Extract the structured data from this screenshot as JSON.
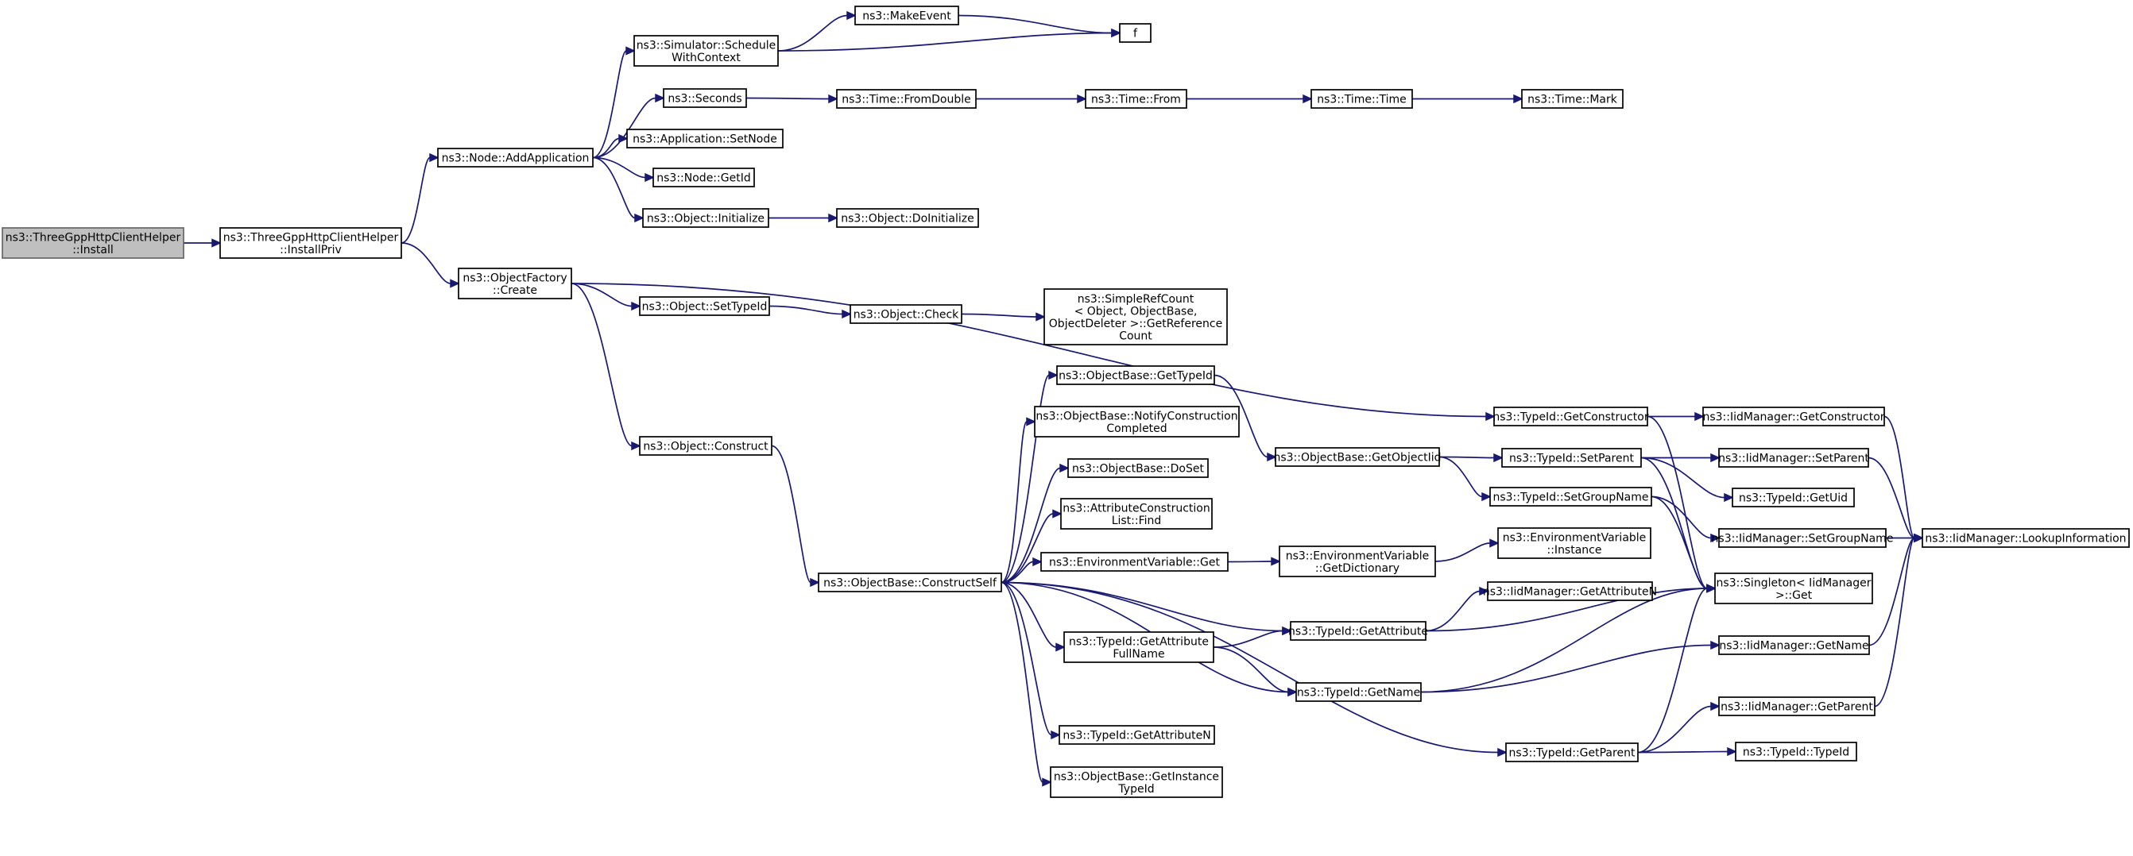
{
  "colors": {
    "edge": "#191970",
    "root_fill": "#bfbfbf",
    "node_fill": "#ffffff"
  },
  "nodes": [
    {
      "id": "install",
      "lines": [
        "ns3::ThreeGppHttpClientHelper",
        "::Install"
      ],
      "root": true
    },
    {
      "id": "installpriv",
      "lines": [
        "ns3::ThreeGppHttpClientHelper",
        "::InstallPriv"
      ]
    },
    {
      "id": "addapp",
      "lines": [
        "ns3::Node::AddApplication"
      ]
    },
    {
      "id": "schedctx",
      "lines": [
        "ns3::Simulator::Schedule",
        "WithContext"
      ]
    },
    {
      "id": "makeevent",
      "lines": [
        "ns3::MakeEvent"
      ]
    },
    {
      "id": "f",
      "lines": [
        "f"
      ]
    },
    {
      "id": "seconds",
      "lines": [
        "ns3::Seconds"
      ]
    },
    {
      "id": "fromdouble",
      "lines": [
        "ns3::Time::FromDouble"
      ]
    },
    {
      "id": "timefrom",
      "lines": [
        "ns3::Time::From"
      ]
    },
    {
      "id": "timetime",
      "lines": [
        "ns3::Time::Time"
      ]
    },
    {
      "id": "timemark",
      "lines": [
        "ns3::Time::Mark"
      ]
    },
    {
      "id": "setnode",
      "lines": [
        "ns3::Application::SetNode"
      ]
    },
    {
      "id": "nodegetid",
      "lines": [
        "ns3::Node::GetId"
      ]
    },
    {
      "id": "objinit",
      "lines": [
        "ns3::Object::Initialize"
      ]
    },
    {
      "id": "doinit",
      "lines": [
        "ns3::Object::DoInitialize"
      ]
    },
    {
      "id": "objfactory",
      "lines": [
        "ns3::ObjectFactory",
        "::Create"
      ]
    },
    {
      "id": "settypeid",
      "lines": [
        "ns3::Object::SetTypeId"
      ]
    },
    {
      "id": "objcheck",
      "lines": [
        "ns3::Object::Check"
      ]
    },
    {
      "id": "refcount",
      "lines": [
        "ns3::SimpleRefCount",
        "< Object, ObjectBase,",
        "ObjectDeleter >::GetReference",
        "Count"
      ]
    },
    {
      "id": "objconstruct",
      "lines": [
        "ns3::Object::Construct"
      ]
    },
    {
      "id": "constructself",
      "lines": [
        "ns3::ObjectBase::ConstructSelf"
      ]
    },
    {
      "id": "obgettypeid",
      "lines": [
        "ns3::ObjectBase::GetTypeId"
      ]
    },
    {
      "id": "notifyconst",
      "lines": [
        "ns3::ObjectBase::NotifyConstruction",
        "Completed"
      ]
    },
    {
      "id": "doset",
      "lines": [
        "ns3::ObjectBase::DoSet"
      ]
    },
    {
      "id": "attrfind",
      "lines": [
        "ns3::AttributeConstruction",
        "List::Find"
      ]
    },
    {
      "id": "envget",
      "lines": [
        "ns3::EnvironmentVariable::Get"
      ]
    },
    {
      "id": "gettypeattrfull",
      "lines": [
        "ns3::TypeId::GetAttribute",
        "FullName"
      ]
    },
    {
      "id": "getattrn",
      "lines": [
        "ns3::TypeId::GetAttributeN"
      ]
    },
    {
      "id": "getinsttypeid",
      "lines": [
        "ns3::ObjectBase::GetInstance",
        "TypeId"
      ]
    },
    {
      "id": "getobjectiid",
      "lines": [
        "ns3::ObjectBase::GetObjectIid"
      ]
    },
    {
      "id": "getdictionary",
      "lines": [
        "ns3::EnvironmentVariable",
        "::GetDictionary"
      ]
    },
    {
      "id": "tgetattribute",
      "lines": [
        "ns3::TypeId::GetAttribute"
      ]
    },
    {
      "id": "tgetname",
      "lines": [
        "ns3::TypeId::GetName"
      ]
    },
    {
      "id": "getconstructor",
      "lines": [
        "ns3::TypeId::GetConstructor"
      ]
    },
    {
      "id": "setparent",
      "lines": [
        "ns3::TypeId::SetParent"
      ]
    },
    {
      "id": "setgroupname",
      "lines": [
        "ns3::TypeId::SetGroupName"
      ]
    },
    {
      "id": "envinstance",
      "lines": [
        "ns3::EnvironmentVariable",
        "::Instance"
      ]
    },
    {
      "id": "iidgetattrn",
      "lines": [
        "ns3::IidManager::GetAttributeN"
      ]
    },
    {
      "id": "tgetparent",
      "lines": [
        "ns3::TypeId::GetParent"
      ]
    },
    {
      "id": "iidgetconstr",
      "lines": [
        "ns3::IidManager::GetConstructor"
      ]
    },
    {
      "id": "iidsetparent",
      "lines": [
        "ns3::IidManager::SetParent"
      ]
    },
    {
      "id": "getuid",
      "lines": [
        "ns3::TypeId::GetUid"
      ]
    },
    {
      "id": "iidsetgroup",
      "lines": [
        "ns3::IidManager::SetGroupName"
      ]
    },
    {
      "id": "singletonget",
      "lines": [
        "ns3::Singleton< IidManager",
        ">::Get"
      ]
    },
    {
      "id": "iidgetname",
      "lines": [
        "ns3::IidManager::GetName"
      ]
    },
    {
      "id": "iidgetparent",
      "lines": [
        "ns3::IidManager::GetParent"
      ]
    },
    {
      "id": "typeidtypeid",
      "lines": [
        "ns3::TypeId::TypeId"
      ]
    },
    {
      "id": "lookupinfo",
      "lines": [
        "ns3::IidManager::LookupInformation"
      ]
    }
  ],
  "edges": [
    [
      "install",
      "installpriv"
    ],
    [
      "installpriv",
      "addapp"
    ],
    [
      "installpriv",
      "objfactory"
    ],
    [
      "addapp",
      "schedctx"
    ],
    [
      "addapp",
      "seconds"
    ],
    [
      "addapp",
      "setnode"
    ],
    [
      "addapp",
      "nodegetid"
    ],
    [
      "addapp",
      "objinit"
    ],
    [
      "schedctx",
      "makeevent"
    ],
    [
      "schedctx",
      "f"
    ],
    [
      "makeevent",
      "f"
    ],
    [
      "seconds",
      "fromdouble"
    ],
    [
      "fromdouble",
      "timefrom"
    ],
    [
      "timefrom",
      "timetime"
    ],
    [
      "timetime",
      "timemark"
    ],
    [
      "objinit",
      "doinit"
    ],
    [
      "objfactory",
      "getconstructor"
    ],
    [
      "objfactory",
      "settypeid"
    ],
    [
      "objfactory",
      "objconstruct"
    ],
    [
      "settypeid",
      "objcheck"
    ],
    [
      "objcheck",
      "refcount"
    ],
    [
      "objconstruct",
      "constructself"
    ],
    [
      "constructself",
      "obgettypeid"
    ],
    [
      "constructself",
      "notifyconst"
    ],
    [
      "constructself",
      "doset"
    ],
    [
      "constructself",
      "attrfind"
    ],
    [
      "constructself",
      "envget"
    ],
    [
      "constructself",
      "tgetattribute"
    ],
    [
      "constructself",
      "gettypeattrfull"
    ],
    [
      "constructself",
      "tgetname"
    ],
    [
      "constructself",
      "getattrn"
    ],
    [
      "constructself",
      "getinsttypeid"
    ],
    [
      "constructself",
      "tgetparent"
    ],
    [
      "obgettypeid",
      "getobjectiid"
    ],
    [
      "getobjectiid",
      "setparent"
    ],
    [
      "getobjectiid",
      "setgroupname"
    ],
    [
      "envget",
      "getdictionary"
    ],
    [
      "getdictionary",
      "envinstance"
    ],
    [
      "gettypeattrfull",
      "tgetattribute"
    ],
    [
      "gettypeattrfull",
      "tgetname"
    ],
    [
      "tgetattribute",
      "iidgetattrn"
    ],
    [
      "tgetattribute",
      "singletonget"
    ],
    [
      "tgetname",
      "singletonget"
    ],
    [
      "tgetname",
      "iidgetname"
    ],
    [
      "getconstructor",
      "iidgetconstr"
    ],
    [
      "getconstructor",
      "singletonget"
    ],
    [
      "setparent",
      "iidsetparent"
    ],
    [
      "setparent",
      "getuid"
    ],
    [
      "setparent",
      "singletonget"
    ],
    [
      "setgroupname",
      "iidsetgroup"
    ],
    [
      "setgroupname",
      "singletonget"
    ],
    [
      "tgetparent",
      "singletonget"
    ],
    [
      "tgetparent",
      "iidgetparent"
    ],
    [
      "tgetparent",
      "typeidtypeid"
    ],
    [
      "iidgetconstr",
      "lookupinfo"
    ],
    [
      "iidsetparent",
      "lookupinfo"
    ],
    [
      "iidsetgroup",
      "lookupinfo"
    ],
    [
      "iidgetname",
      "lookupinfo"
    ],
    [
      "iidgetparent",
      "lookupinfo"
    ]
  ]
}
